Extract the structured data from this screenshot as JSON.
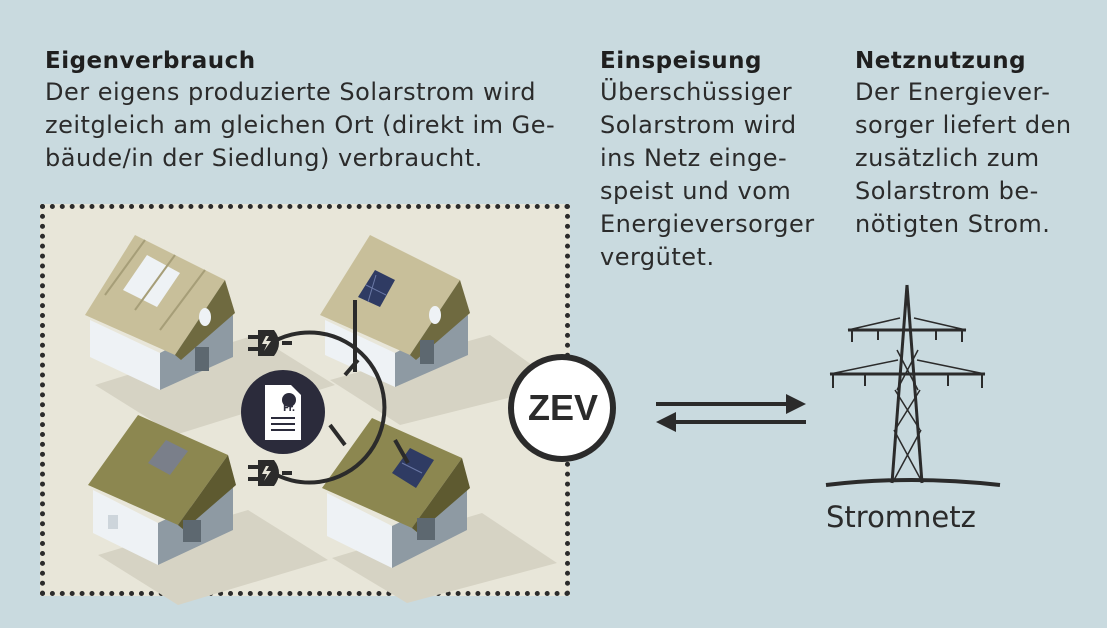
{
  "sections": {
    "eigenverbrauch": {
      "title": "Eigenverbrauch",
      "text": "Der eigens produzierte Solarstrom wird\nzeitgleich am gleichen Ort (direkt im Ge-\nbäude/in der Siedlung) verbraucht."
    },
    "einspeisung": {
      "title": "Einspeisung",
      "text": "Überschüssiger\nSolarstrom wird\nins Netz einge-\nspeist und vom\nEnergieversorger\nvergütet."
    },
    "netznutzung": {
      "title": "Netznutzung",
      "text": "Der Energiever-\nsorger liefert den\nzusätzlich zum\nSolarstrom be-\nnötigten Strom."
    }
  },
  "zev_label": "ZEV",
  "grid_label": "Stromnetz",
  "document_mark": "Fr.",
  "colors": {
    "background": "#c9dadf",
    "community_fill": "#e8e6d9",
    "roof_light": "#c8bf9a",
    "roof_dark": "#8c8750",
    "wall_light": "#eef2f5",
    "wall_shade": "#8e9aa3",
    "ink": "#2b2b2b"
  },
  "icons": [
    "house-icon",
    "solar-panel-icon",
    "plug-icon",
    "document-icon",
    "bidirectional-arrows-icon",
    "power-pylon-icon"
  ]
}
